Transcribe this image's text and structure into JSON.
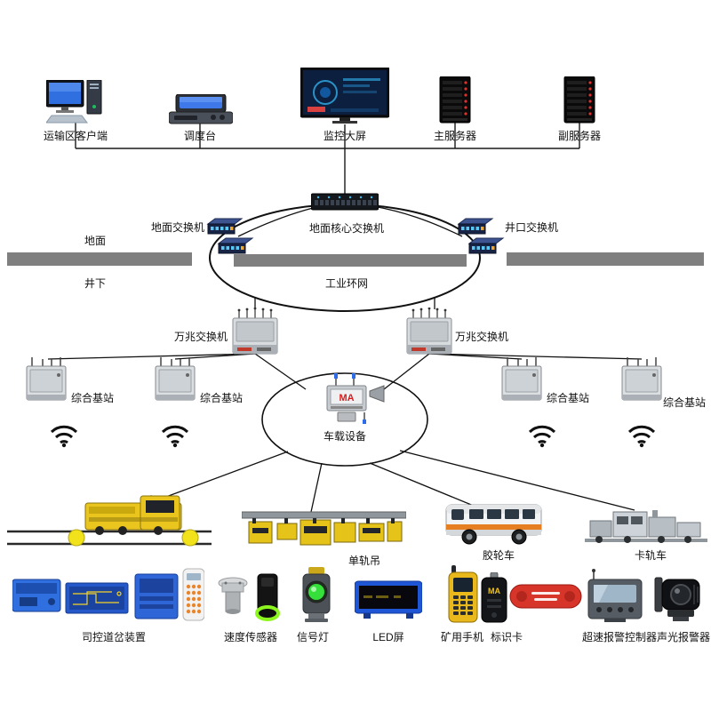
{
  "top_devices": [
    {
      "label": "运输区客户端"
    },
    {
      "label": "调度台"
    },
    {
      "label": "监控大屏"
    },
    {
      "label": "主服务器"
    },
    {
      "label": "副服务器"
    }
  ],
  "network": {
    "ground_switch_label": "地面交换机",
    "core_switch_label": "地面核心交换机",
    "wellhead_switch_label": "井口交换机",
    "surface_label": "地面",
    "underground_label": "井下",
    "ring_label": "工业环网",
    "tg_switch_label_left": "万兆交换机",
    "tg_switch_label_right": "万兆交换机",
    "base_stations": [
      {
        "label": "综合基站"
      },
      {
        "label": "综合基站"
      },
      {
        "label": "综合基站"
      },
      {
        "label": "综合基站"
      }
    ]
  },
  "onboard": {
    "label": "车载设备",
    "screen_text": "MA"
  },
  "vehicles": [
    {
      "label": "单轨吊"
    },
    {
      "label": "胶轮车"
    },
    {
      "label": "卡轨车"
    }
  ],
  "bottom_devices": [
    {
      "label": "司控道岔装置"
    },
    {
      "label": "速度传感器"
    },
    {
      "label": "信号灯"
    },
    {
      "label": "LED屏"
    },
    {
      "label": "矿用手机"
    },
    {
      "label": "标识卡",
      "badge_text": "MA"
    },
    {
      "label": "超速报警控制器"
    },
    {
      "label": "声光报警器"
    }
  ],
  "colors": {
    "ground_bar": "#7f7f7f",
    "line": "#1a1a1a",
    "accent_blue": "#2e6be6",
    "accent_yellow": "#e8c21a",
    "alarm_red": "#d8352a",
    "signal_green": "#35e03a"
  }
}
